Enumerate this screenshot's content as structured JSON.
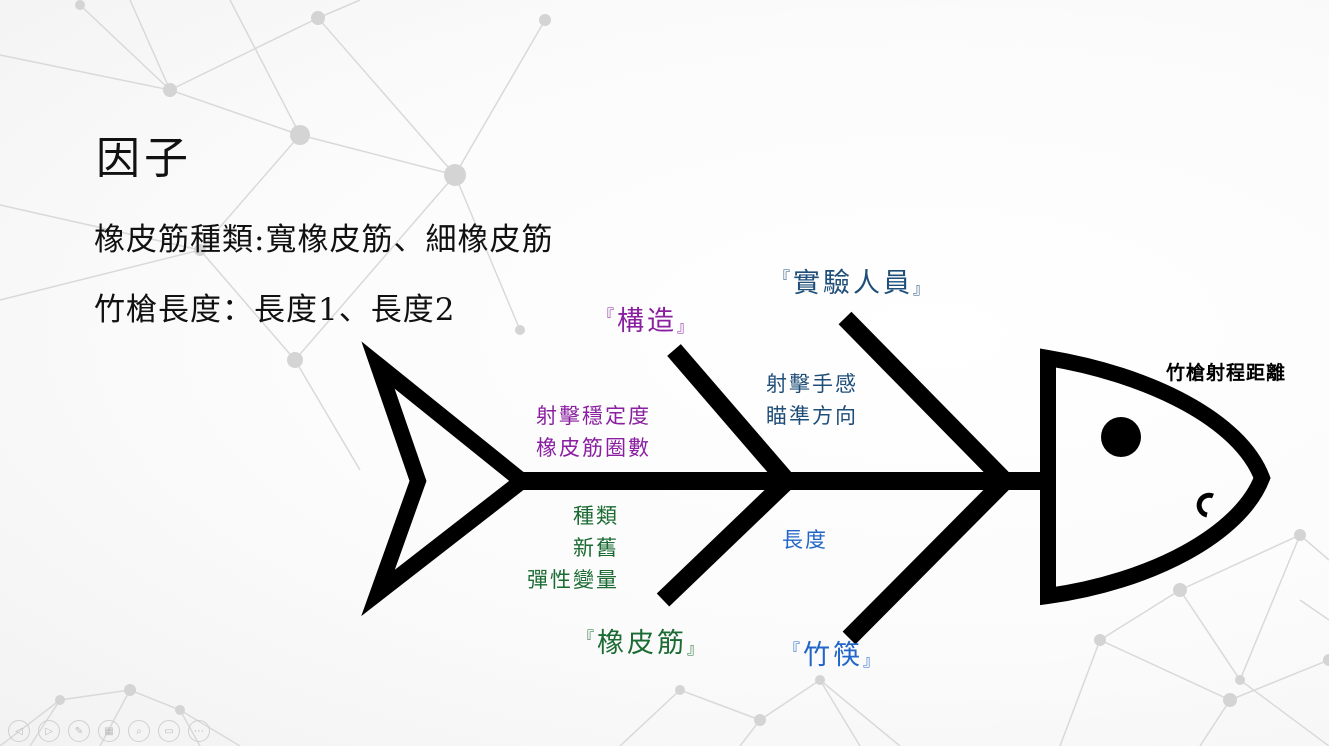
{
  "slide": {
    "title": "因子",
    "line1": "橡皮筋種類:寬橡皮筋、細橡皮筋",
    "line2": "竹槍長度：長度1、長度2"
  },
  "fishbone": {
    "effect": "竹槍射程距離",
    "categories": {
      "structure": {
        "label": "構造",
        "color": "#8a1fa0",
        "causes": [
          "射擊穩定度",
          "橡皮筋圈數"
        ]
      },
      "staff": {
        "label": "實驗人員",
        "color": "#1f4e79",
        "causes": [
          "射擊手感",
          "瞄準方向"
        ]
      },
      "rubber_band": {
        "label": "橡皮筋",
        "color": "#1b6b33",
        "causes": [
          "種類",
          "新舊",
          "彈性變量"
        ]
      },
      "bamboo": {
        "label": "竹筷",
        "color": "#2266c8",
        "causes": [
          "長度"
        ]
      }
    },
    "quote_open": "『",
    "quote_close": "』"
  },
  "toolbar": {
    "buttons": [
      {
        "icon": "prev-icon",
        "glyph": "◁"
      },
      {
        "icon": "next-icon",
        "glyph": "▷"
      },
      {
        "icon": "pen-icon",
        "glyph": "✎"
      },
      {
        "icon": "slides-icon",
        "glyph": "▦"
      },
      {
        "icon": "zoom-icon",
        "glyph": "⌕"
      },
      {
        "icon": "subtitle-icon",
        "glyph": "▭"
      },
      {
        "icon": "more-icon",
        "glyph": "⋯"
      }
    ]
  }
}
